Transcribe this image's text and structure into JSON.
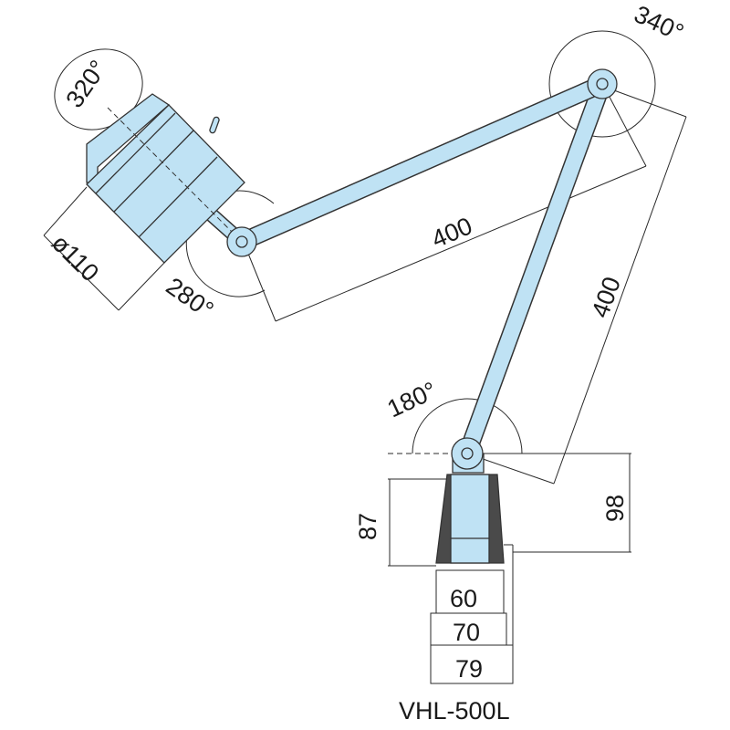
{
  "model_label": "VHL-500L",
  "colors": {
    "body": "#bfe2f4",
    "outline": "#333333",
    "rubber": "#4a4a4a"
  },
  "rotation_labels": {
    "head": "320°",
    "elbow": "340°",
    "head_joint": "280°",
    "base": "180°"
  },
  "dimensions": {
    "head_diameter": "ø110",
    "upper_arm": "400",
    "lower_arm": "400",
    "joint_height": "98",
    "base_height": "87",
    "width_inner": "60",
    "width_mid": "70",
    "width_outer": "79"
  }
}
